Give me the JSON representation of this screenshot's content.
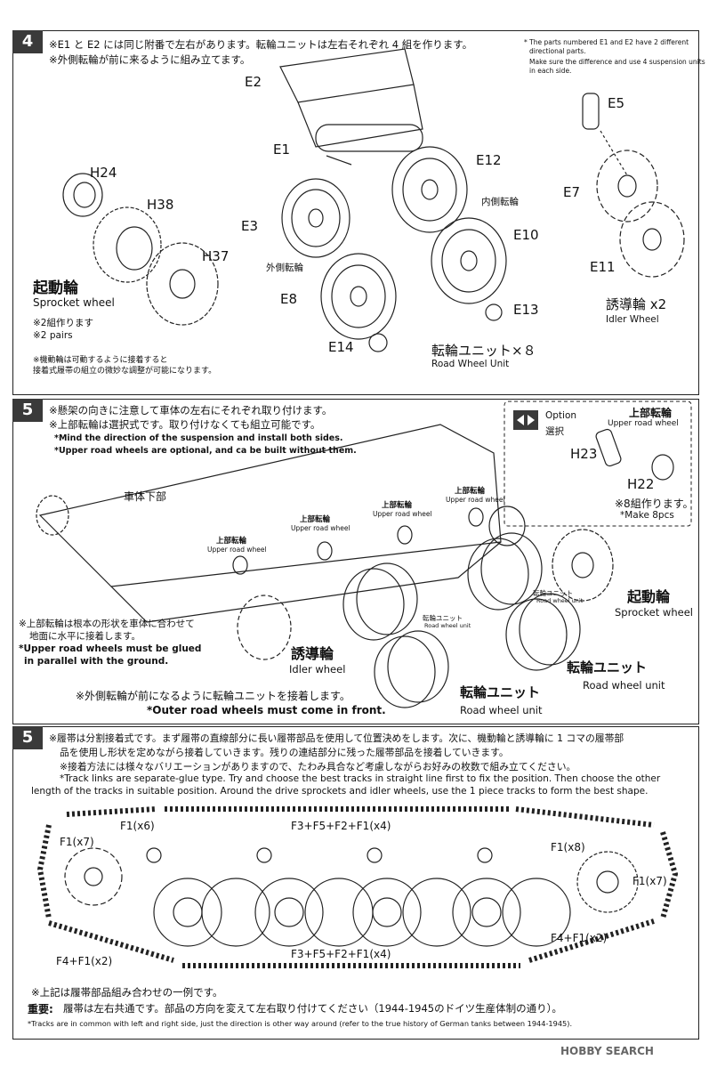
{
  "step4": {
    "number": "4",
    "note1": "※E1 と E2 には同じ附番で左右があります。転輪ユニットは左右それぞれ 4 組を作ります。",
    "note2": "※外側転輪が前に来るように組み立てます。",
    "en_note1": "* The parts numbered E1 and E2 have 2 different",
    "en_note2": "directional parts.",
    "en_note3": "Make sure the difference and use 4 suspension units",
    "en_note4": "in each side.",
    "part_labels": [
      "E2",
      "E1",
      "E12",
      "E3",
      "E10",
      "E8",
      "E13",
      "E14",
      "H24",
      "H38",
      "H37",
      "E5",
      "E7",
      "E11"
    ],
    "inner_wheel": "内側転輪",
    "outer_wheel": "外側転輪",
    "sprocket_jp": "起動輪",
    "sprocket_en": "Sprocket wheel",
    "pairs_jp": "※2組作ります",
    "pairs_en": "※2 pairs",
    "sprocket_note1": "※機動輪は可動するように接着すると",
    "sprocket_note2": "接着式履帯の組立の微妙な調整が可能になります。",
    "road_unit_jp": "転輪ユニット×８",
    "road_unit_en": "Road Wheel Unit",
    "idler_jp": "誘導輪 x2",
    "idler_en": "Idler Wheel"
  },
  "step5": {
    "number": "5",
    "note1": "※懸架の向きに注意して車体の左右にそれぞれ取り付けます。",
    "note2": "※上部転輪は選択式です。取り付けなくても組立可能です。",
    "en_note1": "*Mind the direction of the suspension and install both sides.",
    "en_note2": "*Upper road wheels are optional, and ca be built without them.",
    "option_label": "Option",
    "option_jp": "選択",
    "upper_wheel_jp": "上部転輪",
    "upper_wheel_en": "Upper road wheel",
    "h23": "H23",
    "h22": "H22",
    "make8_jp": "※8組作ります。",
    "make8_en": "*Make 8pcs",
    "lower_hull": "車体下部",
    "upper_jp": "上部転輪",
    "upper_en": "Upper road wheel",
    "sprocket_jp": "起動輪",
    "sprocket_en": "Sprocket wheel",
    "road_unit_jp": "転輪ユニット",
    "road_unit_en": "Road wheel unit",
    "idler_jp": "誘導輪",
    "idler_en": "Idler wheel",
    "glue_jp1": "※上部転輪は根本の形状を車体に合わせて",
    "glue_jp2": "地面に水平に接着します。",
    "glue_en1": "*Upper road wheels must be glued",
    "glue_en2": "in parallel with the ground.",
    "outer_front_jp": "※外側転輪が前になるように転輪ユニットを接着します。",
    "outer_front_en": "*Outer road wheels must come in front."
  },
  "step6": {
    "number": "5",
    "note1": "※履帯は分割接着式です。まず履帯の直線部分に長い履帯部品を使用して位置決めをします。次に、機動輪と誘導輪に 1 コマの履帯部",
    "note2": "品を使用し形状を定めながら接着していきます。残りの連結部分に残った履帯部品を接着していきます。",
    "note3": "※接着方法には様々なバリエーションがありますので、たわみ具合など考慮しながらお好みの枚数で組み立てください。",
    "en1": "*Track links are separate-glue type. Try and choose the best tracks in straight line first to fix the position. Then choose the other",
    "en2": "length of the tracks in suitable position. Around the drive sprockets and idler wheels, use the 1 piece tracks to form the best shape.",
    "labels": {
      "f1x7_left": "F1(x7)",
      "f1x6": "F1(x6)",
      "top_combo": "F3+F5+F2+F1(x4)",
      "f1x8": "F1(x8)",
      "f1x7_right": "F1(x7)",
      "f4f1_right": "F4+F1(x2)",
      "f4f1_left": "F4+F1(x2)",
      "bottom_combo": "F3+F5+F2+F1(x4)"
    }
  },
  "footer": {
    "example_note": "※上記は履帯部品組み合わせの一例です。",
    "important_label": "重要:",
    "important_text": "履帯は左右共通です。部品の方向を変えて左右取り付けてください（1944-1945のドイツ生産体制の通り）。",
    "en_note": "*Tracks are in common with left and right side, just the direction is other way around (refer to the true history of German tanks between 1944-1945).",
    "watermark": "HOBBY SEARCH"
  }
}
